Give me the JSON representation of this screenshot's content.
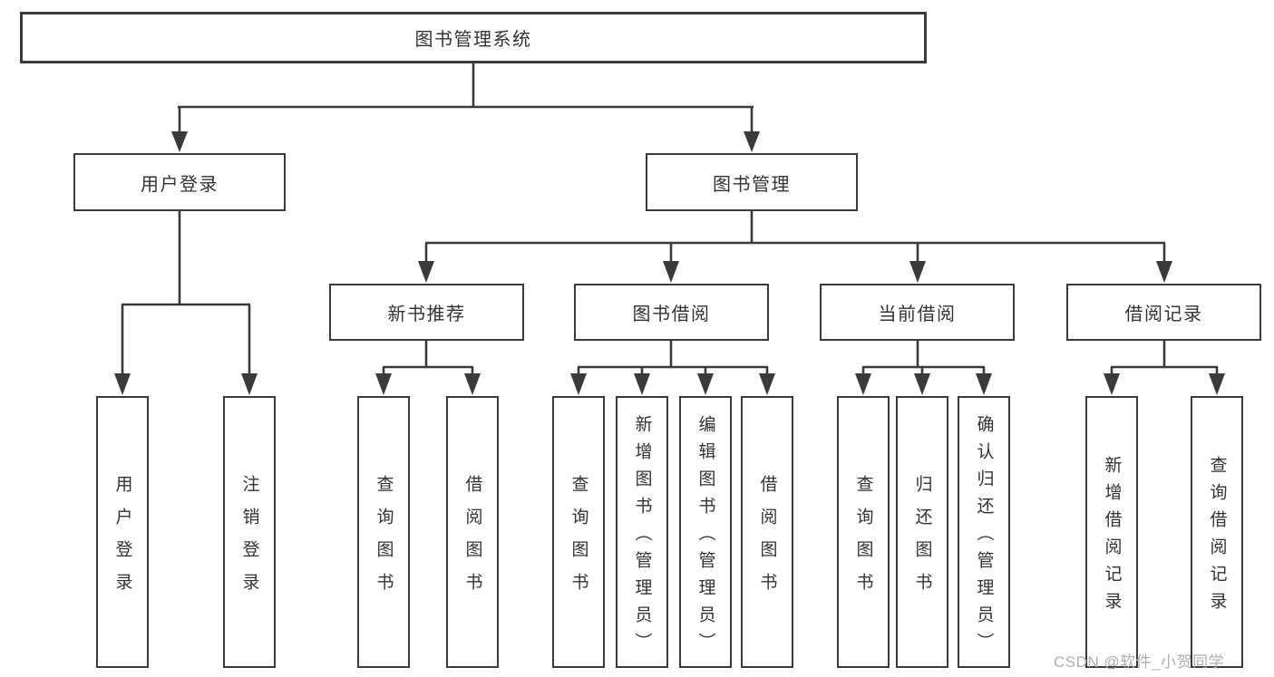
{
  "colors": {
    "line": "#3a3a3a",
    "node_border": "#3a3a3a",
    "node_fill": "#ffffff",
    "text": "#333333",
    "watermark": "#aeaeae",
    "background": "#ffffff"
  },
  "nodes": {
    "root": "图书管理系统",
    "user_login": "用户登录",
    "book_mgmt": "图书管理",
    "new_book_rec": "新书推荐",
    "book_borrow": "图书借阅",
    "current_borrow": "当前借阅",
    "borrow_records": "借阅记录",
    "leaves": {
      "user_login": "用户登录",
      "logout": "注销登录",
      "rec_query_book": "查询图书",
      "rec_borrow_book": "借阅图书",
      "bor_query_book": "查询图书",
      "bor_add_book": "新增图书（管理员）",
      "bor_edit_book": "编辑图书（管理员）",
      "bor_borrow_book": "借阅图书",
      "cur_query_book": "查询图书",
      "cur_return_book": "归还图书",
      "cur_confirm_return": "确认归还（管理员）",
      "hist_add_record": "新增借阅记录",
      "hist_query_record": "查询借阅记录"
    }
  },
  "watermark": {
    "text": "CSDN @软件_小贺同学"
  }
}
